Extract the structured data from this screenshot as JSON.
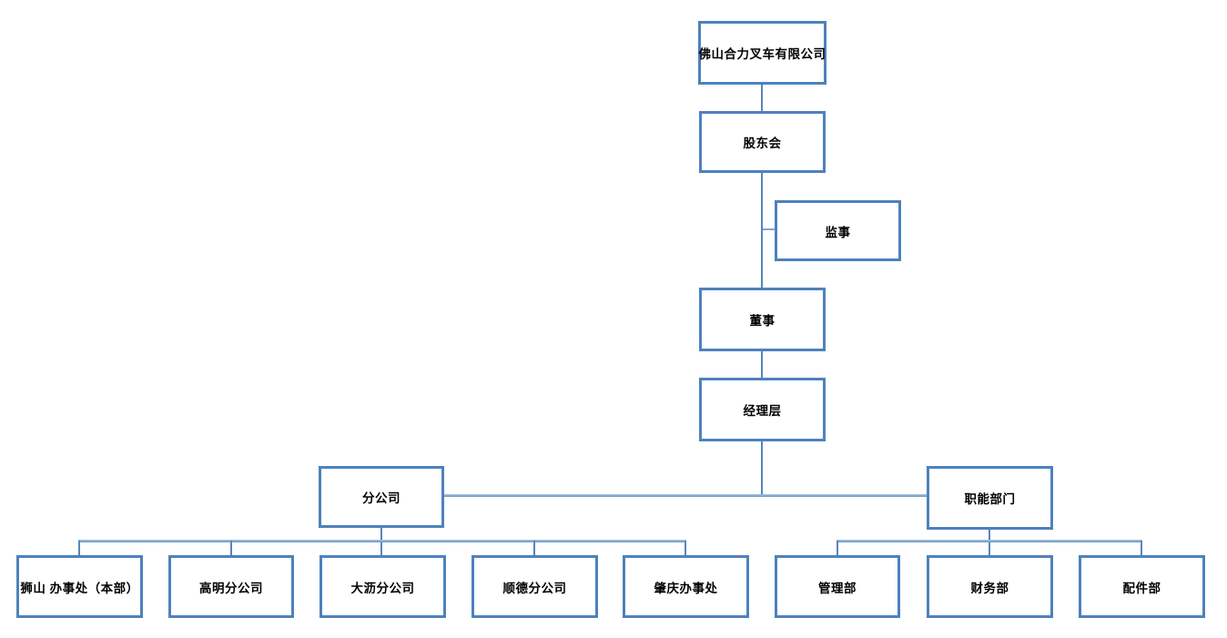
{
  "org": {
    "company": {
      "label": "佛山合力叉车有限公司"
    },
    "shareholders": {
      "label": "股东会"
    },
    "supervisor": {
      "label": "监事"
    },
    "director": {
      "label": "董事"
    },
    "management": {
      "label": "经理层"
    },
    "branches": {
      "label": "分公司"
    },
    "functional": {
      "label": "职能部门"
    },
    "branch_children": [
      {
        "label": "狮山 办事处（本部）"
      },
      {
        "label": "高明分公司"
      },
      {
        "label": "大沥分公司"
      },
      {
        "label": "顺德分公司"
      },
      {
        "label": "肇庆办事处"
      }
    ],
    "functional_children": [
      {
        "label": "管理部"
      },
      {
        "label": "财务部"
      },
      {
        "label": "配件部"
      }
    ]
  },
  "colors": {
    "box_border": "#4f81bd",
    "connector_vertical": "#5586bd",
    "connector_horizontal": "#7fa5d1",
    "text": "#000000",
    "background": "#ffffff"
  }
}
